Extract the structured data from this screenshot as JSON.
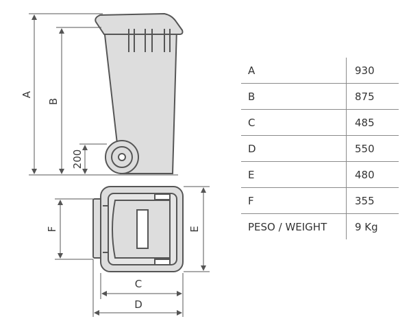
{
  "dimension_labels": {
    "a": "A",
    "b": "B",
    "wheel_height": "200",
    "c": "C",
    "d": "D",
    "e": "E",
    "f": "F"
  },
  "spec_table": [
    {
      "key": "A",
      "value": "930"
    },
    {
      "key": "B",
      "value": "875"
    },
    {
      "key": "C",
      "value": "485"
    },
    {
      "key": "D",
      "value": "550"
    },
    {
      "key": "E",
      "value": "480"
    },
    {
      "key": "F",
      "value": "355"
    },
    {
      "key": "PESO / WEIGHT",
      "value": "9 Kg"
    }
  ],
  "colors": {
    "bin_fill": "#dddddd",
    "outline": "#555555",
    "dimension_line": "#555555"
  }
}
